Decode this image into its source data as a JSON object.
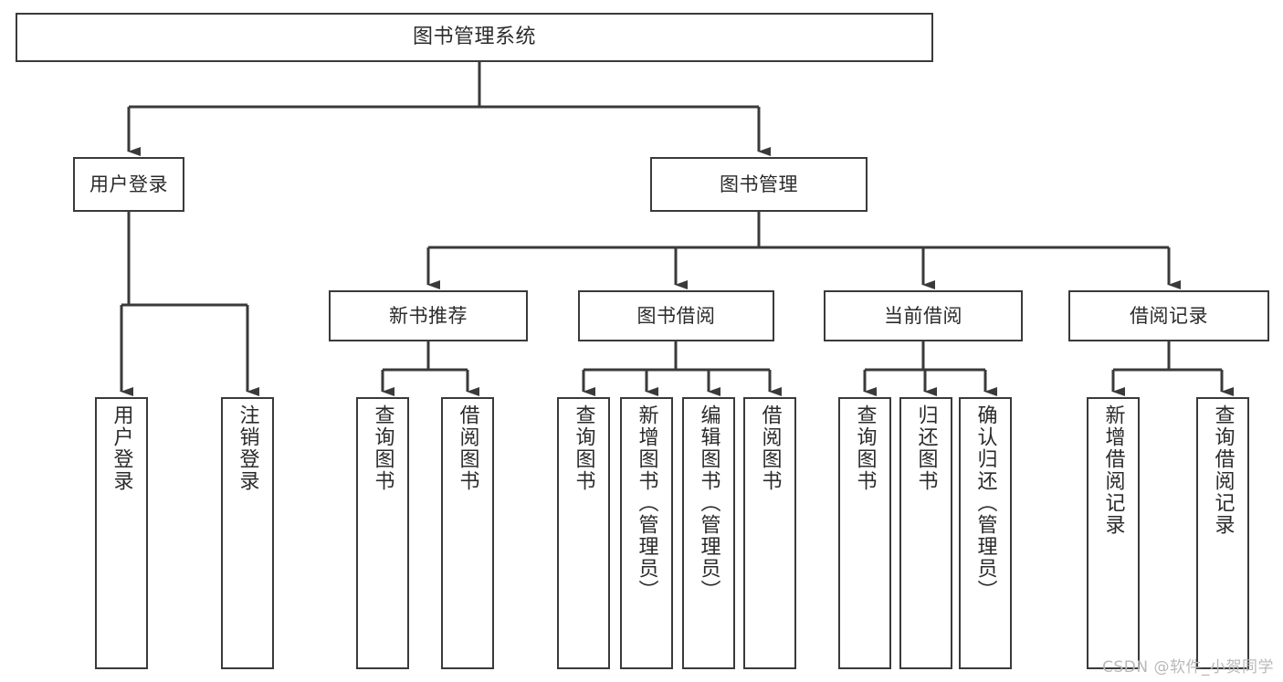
{
  "diagram": {
    "title": "图书管理系统",
    "type": "tree-hierarchy",
    "colors": {
      "stroke": "#3a3a3a",
      "fill": "#ffffff",
      "text": "#2b2b2b",
      "watermark": "#b9b9b9"
    },
    "root": {
      "label": "图书管理系统"
    },
    "level2": [
      {
        "id": "user-login",
        "label": "用户登录"
      },
      {
        "id": "book-manage",
        "label": "图书管理"
      }
    ],
    "level3": [
      {
        "id": "new-book-recommend",
        "label": "新书推荐"
      },
      {
        "id": "book-borrow",
        "label": "图书借阅"
      },
      {
        "id": "current-borrow",
        "label": "当前借阅"
      },
      {
        "id": "borrow-record",
        "label": "借阅记录"
      }
    ],
    "leaves": [
      {
        "id": "leaf-user-login",
        "parent": "user-login",
        "label": "用户登录"
      },
      {
        "id": "leaf-logout-login",
        "parent": "user-login",
        "label": "注销登录"
      },
      {
        "id": "leaf-query-book-1",
        "parent": "new-book-recommend",
        "label": "查询图书"
      },
      {
        "id": "leaf-borrow-book-1",
        "parent": "new-book-recommend",
        "label": "借阅图书"
      },
      {
        "id": "leaf-query-book-2",
        "parent": "book-borrow",
        "label": "查询图书"
      },
      {
        "id": "leaf-add-book",
        "parent": "book-borrow",
        "label": "新增图书（管理员）"
      },
      {
        "id": "leaf-edit-book",
        "parent": "book-borrow",
        "label": "编辑图书（管理员）"
      },
      {
        "id": "leaf-borrow-book-2",
        "parent": "book-borrow",
        "label": "借阅图书"
      },
      {
        "id": "leaf-query-book-3",
        "parent": "current-borrow",
        "label": "查询图书"
      },
      {
        "id": "leaf-return-book",
        "parent": "current-borrow",
        "label": "归还图书"
      },
      {
        "id": "leaf-confirm-return",
        "parent": "current-borrow",
        "label": "确认归还（管理员）"
      },
      {
        "id": "leaf-add-record",
        "parent": "borrow-record",
        "label": "新增借阅记录"
      },
      {
        "id": "leaf-query-record",
        "parent": "borrow-record",
        "label": "查询借阅记录"
      }
    ],
    "watermark": "CSDN @软件_小贺同学"
  }
}
